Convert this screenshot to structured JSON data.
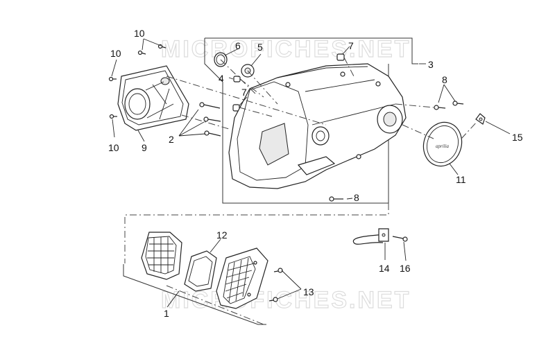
{
  "watermark": "MICROFICHES.NET",
  "cover_logo": "aprilia",
  "callouts": [
    "1",
    "2",
    "3",
    "4",
    "5",
    "6",
    "7",
    "7",
    "8",
    "8",
    "9",
    "10",
    "10",
    "10",
    "11",
    "12",
    "13",
    "14",
    "15",
    "16"
  ]
}
